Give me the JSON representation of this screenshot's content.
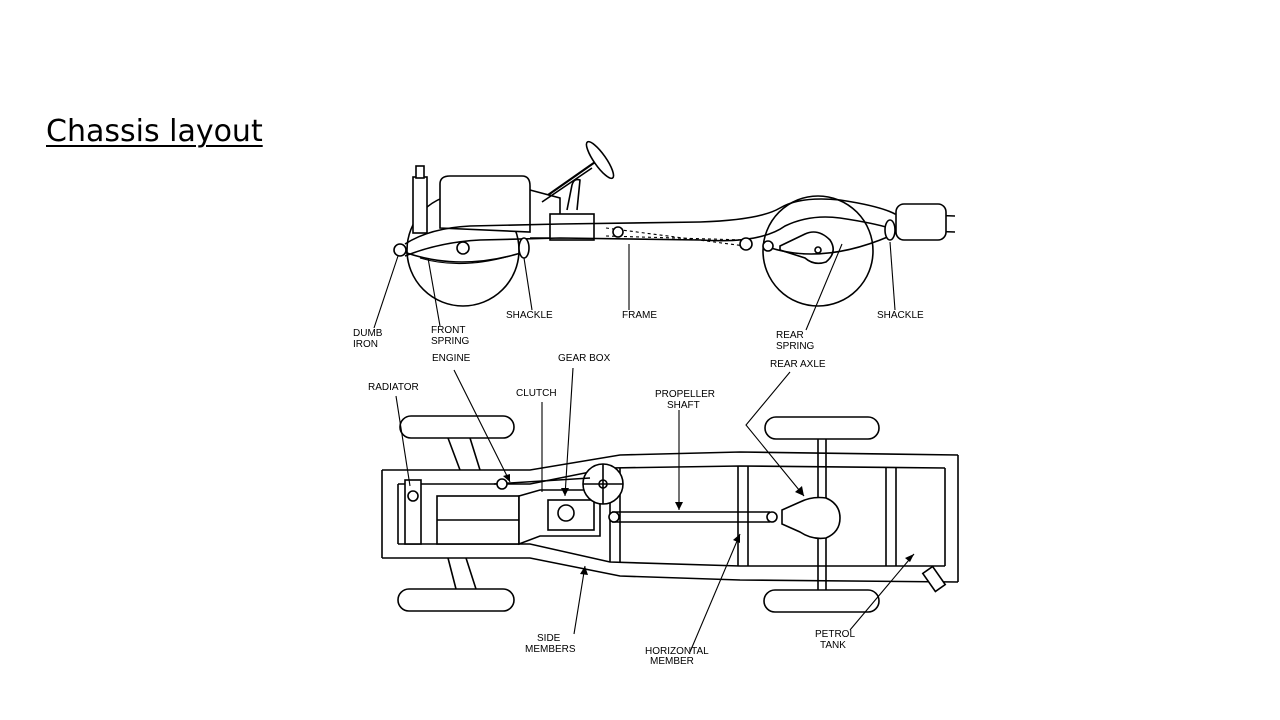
{
  "slide": {
    "title": "Chassis layout"
  },
  "side_view": {
    "labels": {
      "dumb_iron_1": "DUMB",
      "dumb_iron_2": "IRON",
      "front_spring_1": "FRONT",
      "front_spring_2": "SPRING",
      "shackle_front": "SHACKLE",
      "frame": "FRAME",
      "rear_spring_1": "REAR",
      "rear_spring_2": "SPRING",
      "shackle_rear": "SHACKLE"
    }
  },
  "plan_view": {
    "labels": {
      "engine": "ENGINE",
      "gear_box": "GEAR BOX",
      "rear_axle": "REAR AXLE",
      "radiator": "RADIATOR",
      "clutch": "CLUTCH",
      "propeller_shaft_1": "PROPELLER",
      "propeller_shaft_2": "SHAFT",
      "side_members_1": "SIDE",
      "side_members_2": "MEMBERS",
      "horizontal_member_1": "HORIZONTAL",
      "horizontal_member_2": "MEMBER",
      "petrol_tank_1": "PETROL",
      "petrol_tank_2": "TANK"
    }
  }
}
